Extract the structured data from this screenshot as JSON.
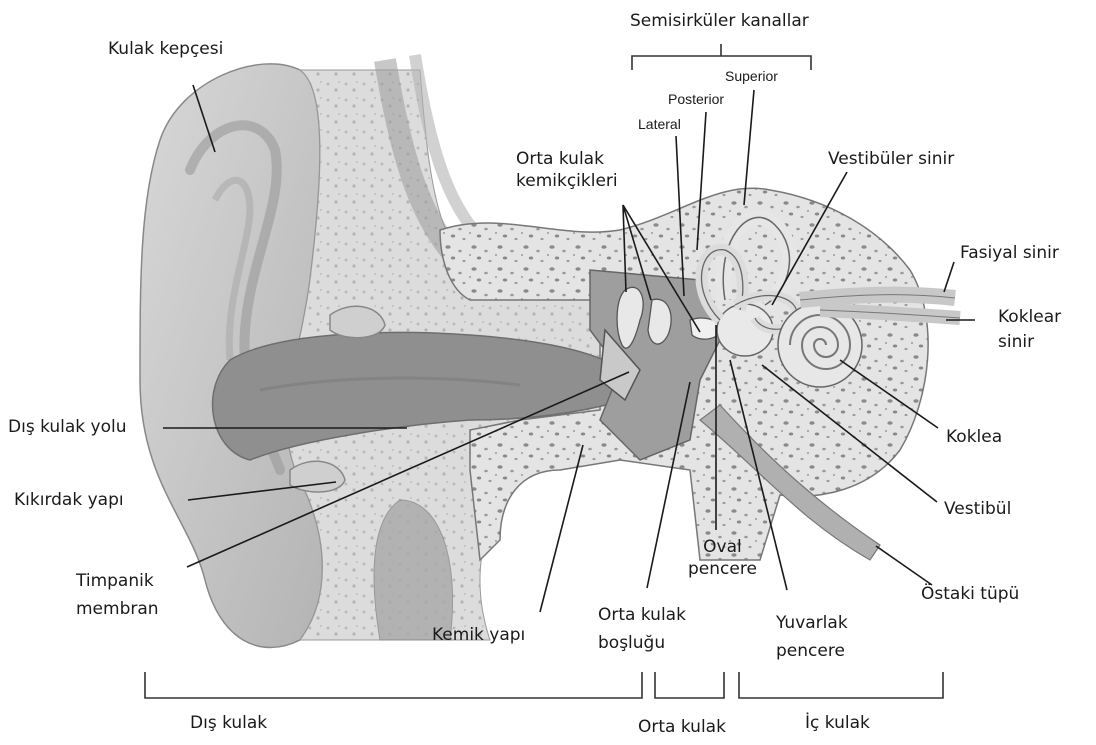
{
  "diagram": {
    "labels": {
      "kulak_kepcesi": "Kulak kepçesi",
      "semisirkuler": "Semisirküler kanallar",
      "superior": "Superior",
      "posterior": "Posterior",
      "lateral": "Lateral",
      "orta_kemik_1": "Orta kulak",
      "orta_kemik_2": "kemikçikleri",
      "vestibuler_sinir": "Vestibüler sinir",
      "fasiyal_sinir": "Fasiyal sinir",
      "koklear_1": "Koklear",
      "koklear_2": "sinir",
      "dis_kulak_yolu": "Dış kulak yolu",
      "kikirdak": "Kıkırdak yapı",
      "koklea": "Koklea",
      "vestibul": "Vestibül",
      "oval_1": "Oval",
      "oval_2": "pencere",
      "timpanik_1": "Timpanik",
      "timpanik_2": "membran",
      "ostaki": "Östaki tüpü",
      "kemik_yapi": "Kemik yapı",
      "orta_bosluk_1": "Orta kulak",
      "orta_bosluk_2": "boşluğu",
      "yuvarlak_1": "Yuvarlak",
      "yuvarlak_2": "pencere",
      "dis_kulak": "Dış kulak",
      "orta_kulak": "Orta kulak",
      "ic_kulak": "İç kulak"
    },
    "colors": {
      "ink": "#1a1a1a",
      "skin": "#d4d4d4",
      "skin_dark": "#a8a8a8",
      "canal": "#8f8f8f",
      "bone": "#e6e6e6",
      "cavity": "#9e9e9e"
    }
  }
}
